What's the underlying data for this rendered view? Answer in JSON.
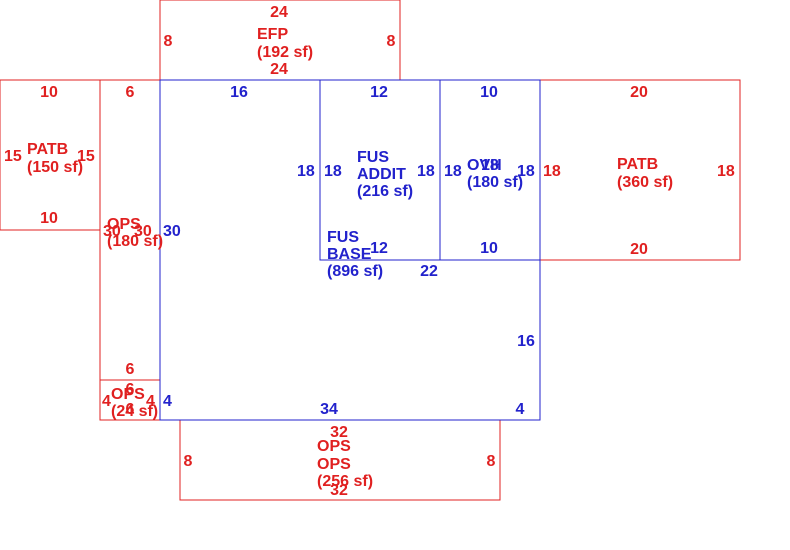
{
  "colors": {
    "ext": "#e02020",
    "main": "#2222cc"
  },
  "efp": {
    "top": "24",
    "bottom": "24",
    "left": "8",
    "right": "8",
    "name": "EFP",
    "area": "(192 sf)"
  },
  "patb_left": {
    "top": "10",
    "bottom": "10",
    "left": "15",
    "right": "15",
    "name": "PATB",
    "area": "(150 sf)"
  },
  "ops_left": {
    "top": "6",
    "bottom": "6",
    "left": "30",
    "right": "30",
    "name": "OPS",
    "area": "(180 sf)"
  },
  "ops_small": {
    "top": "6",
    "bottom": "6",
    "left": "4",
    "right": "4",
    "name": "OPS",
    "area": "(24 sf)"
  },
  "fus_base": {
    "top": "16",
    "left": "30",
    "right": "16",
    "bottom": "34",
    "inner_left": "12",
    "inner_right": "22",
    "corner": "4",
    "corner_right": "4",
    "name1": "FUS",
    "name2": "BASE",
    "area": "(896 sf)"
  },
  "fus_addit": {
    "top": "12",
    "bottom": "12",
    "left": "18",
    "right": "18",
    "name1": "FUS",
    "name2": "ADDIT",
    "area": "(216 sf)"
  },
  "ovh": {
    "top": "10",
    "bottom": "10",
    "left": "18",
    "right": "18",
    "name": "OVH",
    "area": "(180 sf)",
    "overlap": "18"
  },
  "patb_right": {
    "top": "20",
    "bottom": "20",
    "left": "18",
    "right": "18",
    "name": "PATB",
    "area": "(360 sf)"
  },
  "ops_bottom": {
    "top": "32",
    "bottom": "32",
    "left": "8",
    "right": "8",
    "name1": "OPS",
    "name2": "OPS",
    "area": "(256 sf)"
  }
}
